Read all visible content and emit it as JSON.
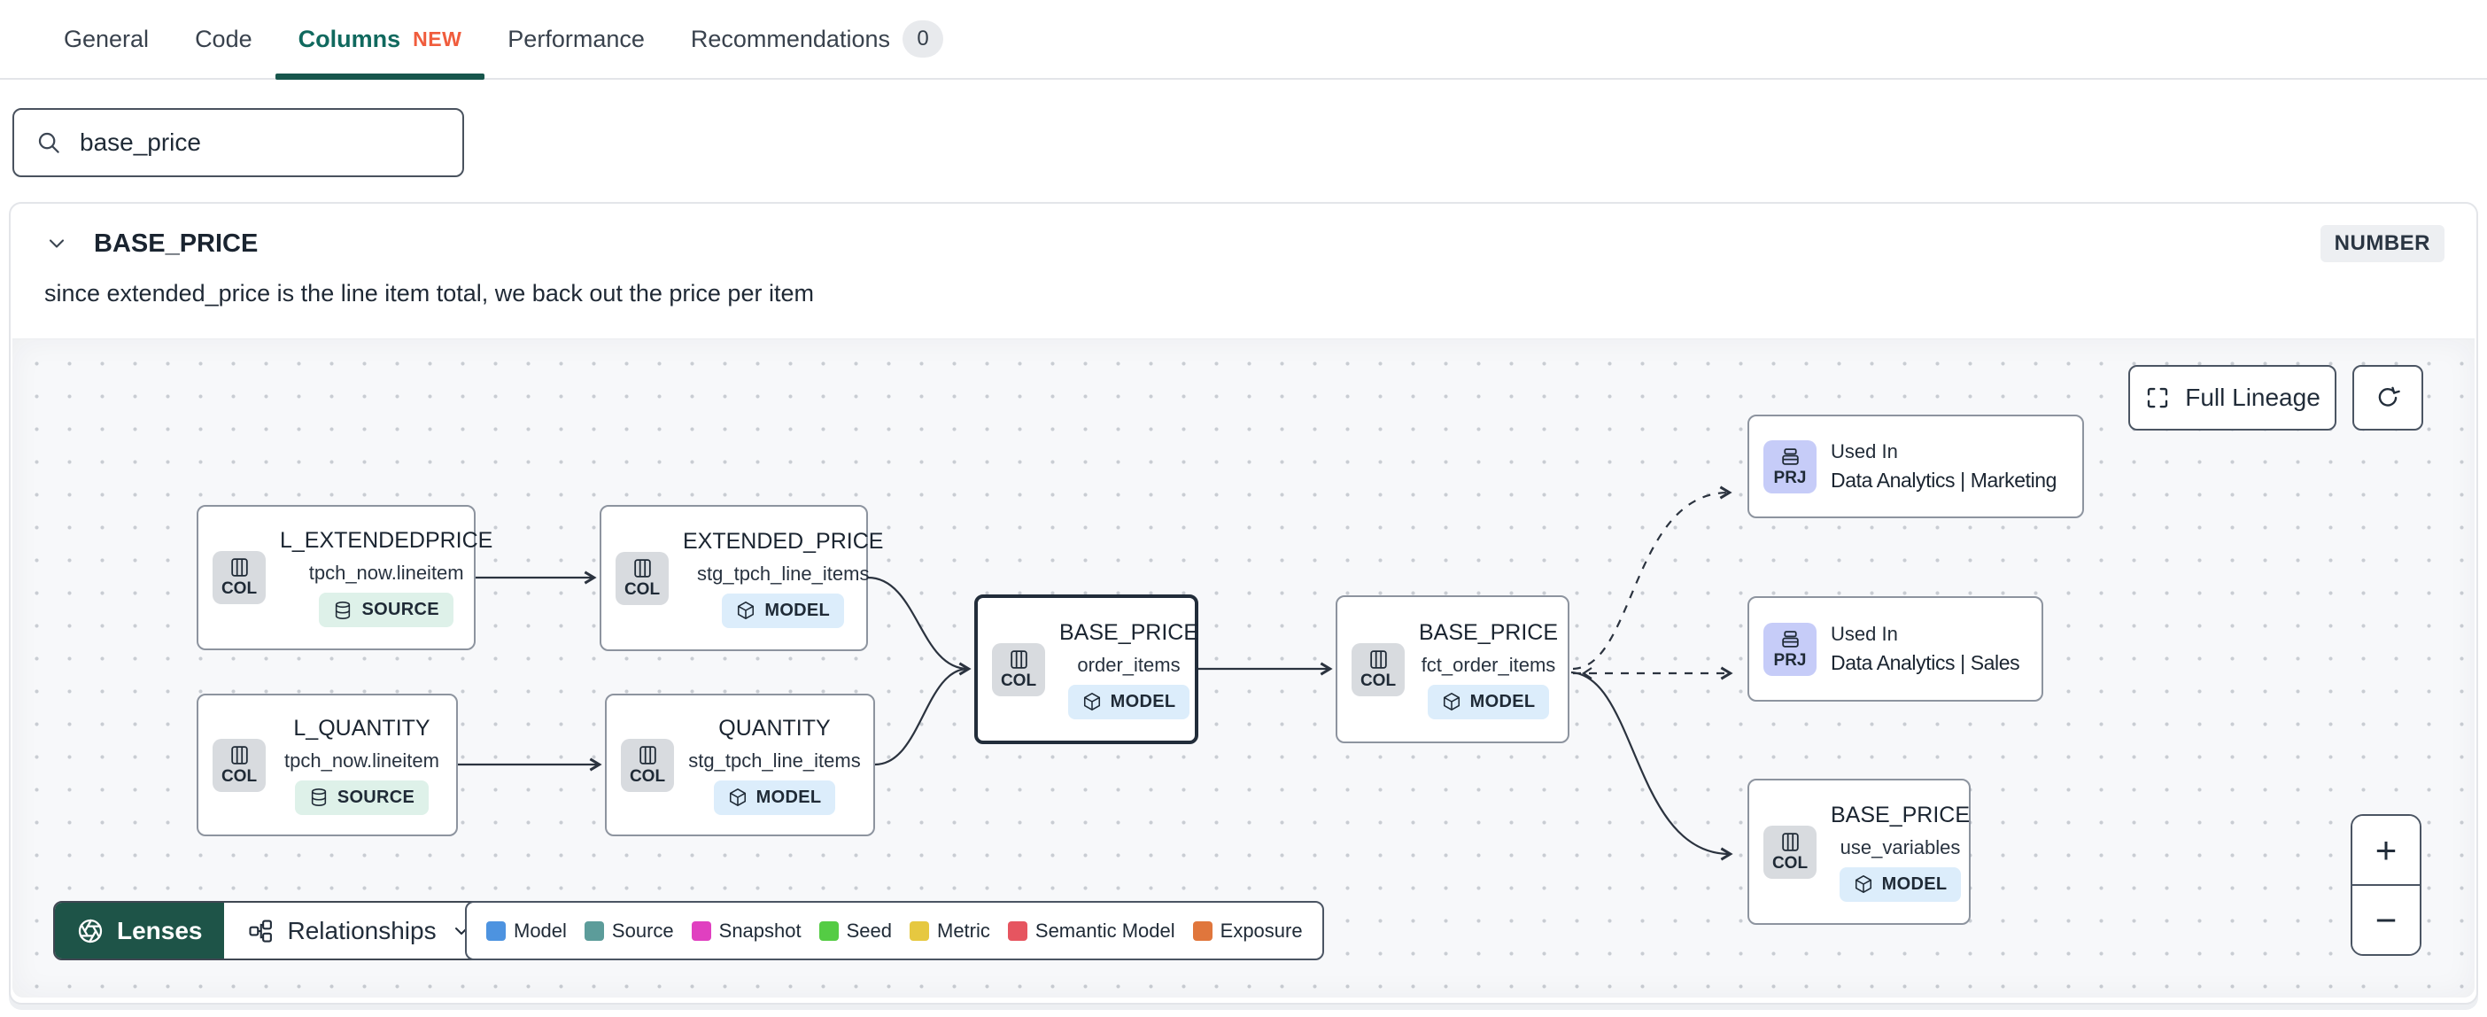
{
  "tabs": {
    "items": [
      {
        "label": "General"
      },
      {
        "label": "Code"
      },
      {
        "label": "Columns",
        "badge": "NEW"
      },
      {
        "label": "Performance"
      },
      {
        "label": "Recommendations",
        "count": "0"
      }
    ]
  },
  "search": {
    "value": "base_price"
  },
  "column": {
    "name": "BASE_PRICE",
    "type": "NUMBER",
    "description": "since extended_price is the line item total, we back out the price per item"
  },
  "lineage": {
    "full_lineage_label": "Full Lineage",
    "lenses_label": "Lenses",
    "relationships_label": "Relationships",
    "zoom_in_label": "+",
    "zoom_out_label": "−",
    "legend": [
      {
        "label": "Model",
        "color": "#4d93e0"
      },
      {
        "label": "Source",
        "color": "#5c9c9a"
      },
      {
        "label": "Snapshot",
        "color": "#e040c0"
      },
      {
        "label": "Seed",
        "color": "#54cc44"
      },
      {
        "label": "Metric",
        "color": "#e6c840"
      },
      {
        "label": "Semantic Model",
        "color": "#e65560"
      },
      {
        "label": "Exposure",
        "color": "#e0763c"
      }
    ],
    "nodes": [
      {
        "kind": "COL",
        "title": "L_EXTENDEDPRICE",
        "subtitle": "tpch_now.lineitem",
        "badge": "SOURCE"
      },
      {
        "kind": "COL",
        "title": "EXTENDED_PRICE",
        "subtitle": "stg_tpch_line_items",
        "badge": "MODEL"
      },
      {
        "kind": "COL",
        "title": "L_QUANTITY",
        "subtitle": "tpch_now.lineitem",
        "badge": "SOURCE"
      },
      {
        "kind": "COL",
        "title": "QUANTITY",
        "subtitle": "stg_tpch_line_items",
        "badge": "MODEL"
      },
      {
        "kind": "COL",
        "title": "BASE_PRICE",
        "subtitle": "order_items",
        "badge": "MODEL"
      },
      {
        "kind": "COL",
        "title": "BASE_PRICE",
        "subtitle": "fct_order_items",
        "badge": "MODEL"
      },
      {
        "kind": "PRJ",
        "overline": "Used In",
        "title": "Data Analytics | Marketing"
      },
      {
        "kind": "PRJ",
        "overline": "Used In",
        "title": "Data Analytics | Sales"
      },
      {
        "kind": "COL",
        "title": "BASE_PRICE",
        "subtitle": "use_variables",
        "badge": "MODEL"
      }
    ]
  },
  "colors": {
    "active_tab": "#10695e",
    "active_tab_underline": "#17564c",
    "new_badge": "#f05c3c",
    "lenses_bg": "#1e5448",
    "selected_node_border": "#222d3a"
  },
  "icons": {
    "search": "magnifier",
    "collapse": "chevron-down",
    "column_kind": "table-columns",
    "project_kind": "archive-box",
    "source_badge": "database",
    "model_badge": "cube",
    "full_lineage": "expand",
    "refresh": "rotate-clockwise",
    "lenses": "aperture",
    "relationships": "network",
    "dropdown": "chevron-down"
  }
}
